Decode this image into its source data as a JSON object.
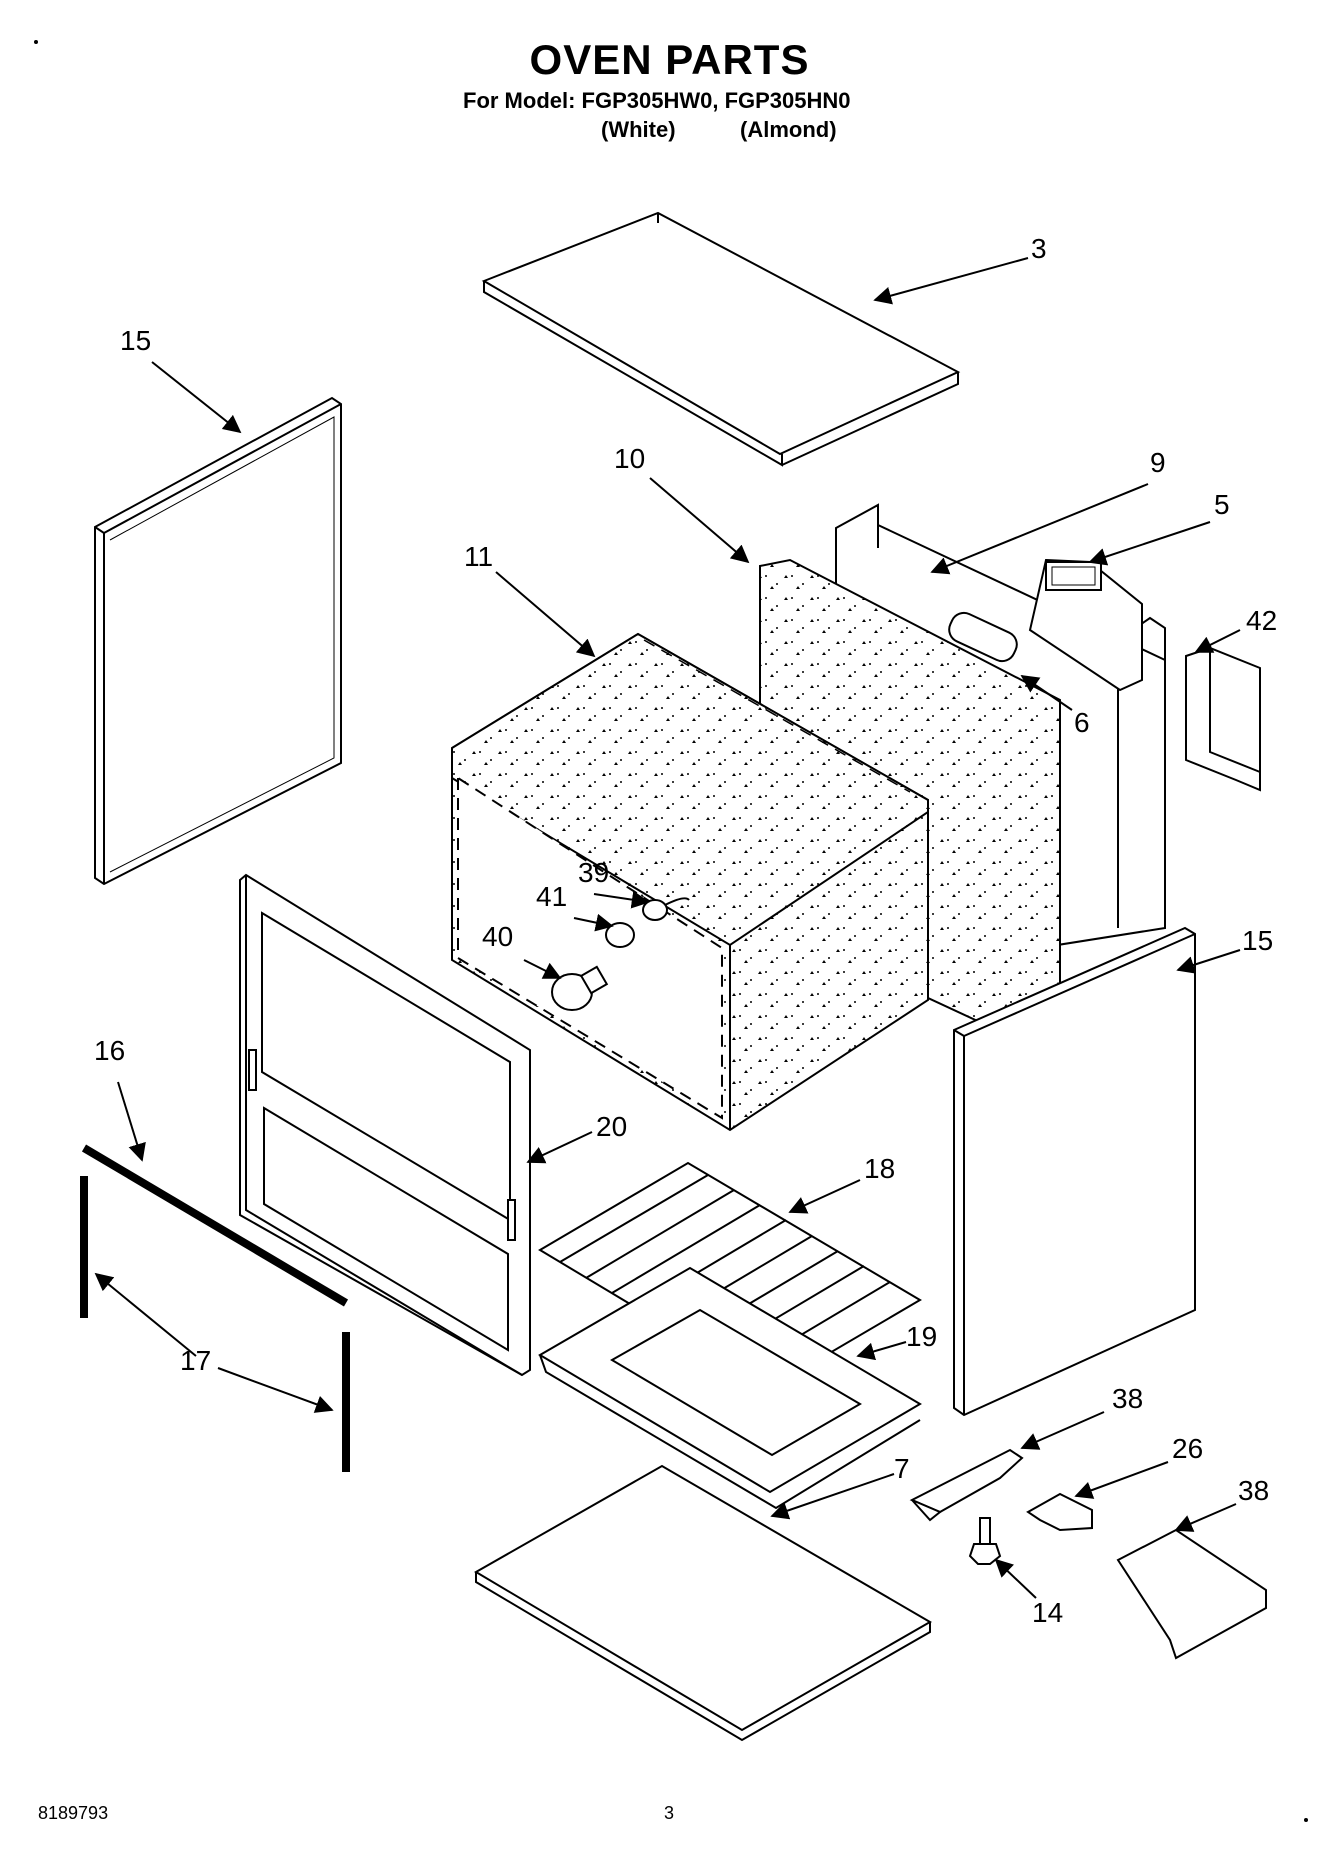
{
  "header": {
    "title": "OVEN PARTS",
    "model_line": "For Model: FGP305HW0, FGP305HN0",
    "variant_white": "(White)",
    "variant_almond": "(Almond)"
  },
  "footer": {
    "doc_number": "8189793",
    "page_number": "3"
  },
  "callouts": [
    {
      "id": "c3",
      "label": "3"
    },
    {
      "id": "c15a",
      "label": "15"
    },
    {
      "id": "c10",
      "label": "10"
    },
    {
      "id": "c9",
      "label": "9"
    },
    {
      "id": "c5",
      "label": "5"
    },
    {
      "id": "c11",
      "label": "11"
    },
    {
      "id": "c42",
      "label": "42"
    },
    {
      "id": "c6",
      "label": "6"
    },
    {
      "id": "c39",
      "label": "39"
    },
    {
      "id": "c41",
      "label": "41"
    },
    {
      "id": "c40",
      "label": "40"
    },
    {
      "id": "c15b",
      "label": "15"
    },
    {
      "id": "c16",
      "label": "16"
    },
    {
      "id": "c20",
      "label": "20"
    },
    {
      "id": "c18",
      "label": "18"
    },
    {
      "id": "c19",
      "label": "19"
    },
    {
      "id": "c17",
      "label": "17"
    },
    {
      "id": "c38a",
      "label": "38"
    },
    {
      "id": "c26",
      "label": "26"
    },
    {
      "id": "c7",
      "label": "7"
    },
    {
      "id": "c38b",
      "label": "38"
    },
    {
      "id": "c14",
      "label": "14"
    }
  ]
}
